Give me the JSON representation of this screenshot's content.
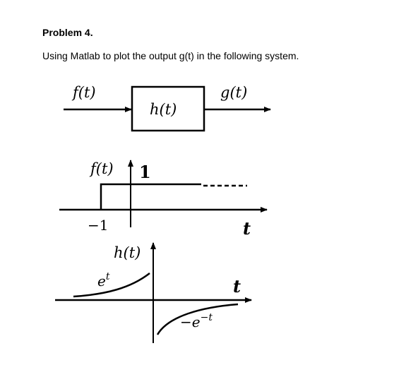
{
  "problem": {
    "heading": "Problem 4.",
    "statement": "Using Matlab to plot the output g(t) in the following system."
  },
  "system": {
    "input_label": "f(t)",
    "block_label": "h(t)",
    "output_label": "g(t)"
  },
  "f_plot": {
    "ylabel": "f(t)",
    "level": "1",
    "tick": "−1",
    "xlabel": "t"
  },
  "h_plot": {
    "ylabel": "h(t)",
    "left_base": "e",
    "left_exp": "t",
    "right_base": "−e",
    "right_exp": "−t",
    "xlabel": "t"
  }
}
